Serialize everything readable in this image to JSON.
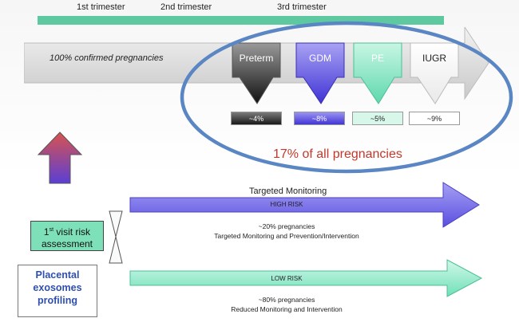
{
  "timeline": {
    "tri1": "1st trimester",
    "tri2": "2nd trimester",
    "tri3": "3rd trimester"
  },
  "confirmed": "100%  confirmed pregnancies",
  "outcomes": [
    {
      "label": "Preterm",
      "pct": "~4%"
    },
    {
      "label": "GDM",
      "pct": "~8%"
    },
    {
      "label": "PE",
      "pct": "~5%"
    },
    {
      "label": "IUGR",
      "pct": "~9%"
    }
  ],
  "all_pregnancies": "17% of all pregnancies",
  "targeted_monitoring": "Targeted Monitoring",
  "high_risk": {
    "label": "HIGH RISK",
    "line1": "~20% pregnancies",
    "line2": "Targeted Monitoring and Prevention/Intervention"
  },
  "low_risk": {
    "label": "LOW RISK",
    "line1": "~80% pregnancies",
    "line2": "Reduced Monitoring and Intervention"
  },
  "visit": {
    "sup": "st",
    "line1_rest": " visit risk",
    "line1_num": "1",
    "line2": "assessment"
  },
  "placental": {
    "line1": "Placental",
    "line2": "exosomes",
    "line3": "profiling"
  },
  "colors": {
    "timeline": "#5ec9a1",
    "preterm": "#222222",
    "gdm": "#5b4fe0",
    "pe": "#7ee8c4",
    "iugr": "#ffffff",
    "high_risk": "#6f63e8",
    "low_risk": "#7ee8c4",
    "ellipse": "#5b86c4",
    "highlight_text": "#c0392b"
  }
}
